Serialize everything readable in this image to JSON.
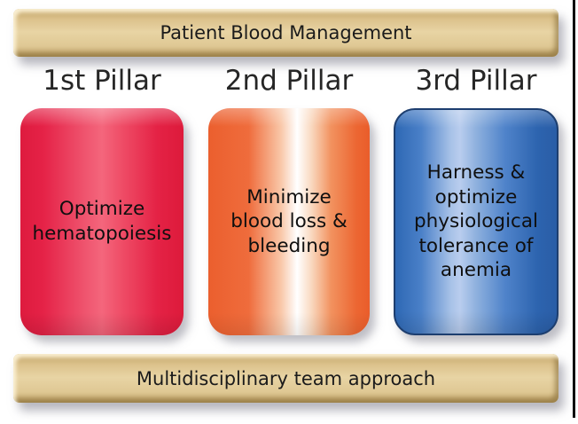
{
  "banners": {
    "top": "Patient Blood Management",
    "bottom": "Multidisciplinary team approach"
  },
  "pillars": [
    {
      "heading": "1st Pillar",
      "text": "Optimize hematopoiesis",
      "lines": [
        "Optimize",
        "hematopoiesis"
      ],
      "theme_color": "#e52247",
      "theme_highlight": "#f4667c"
    },
    {
      "heading": "2nd Pillar",
      "text": "Minimize blood loss & bleeding",
      "lines": [
        "Minimize",
        "blood loss &",
        "bleeding"
      ],
      "theme_color": "#ee6534",
      "theme_highlight": "#ffffff"
    },
    {
      "heading": "3rd Pillar",
      "text": "Harness & optimize physiological tolerance of anemia",
      "lines": [
        "Harness &",
        "optimize",
        "physiological",
        "tolerance of",
        "anemia"
      ],
      "theme_color": "#2e68b4",
      "theme_highlight": "#b9cdee",
      "border_color": "#1d3e6f"
    }
  ],
  "colors": {
    "banner_gold": "#ddc48f",
    "text_dark": "#1b1b1b",
    "background": "#ffffff",
    "slide_edge": "#0a0a0a"
  }
}
